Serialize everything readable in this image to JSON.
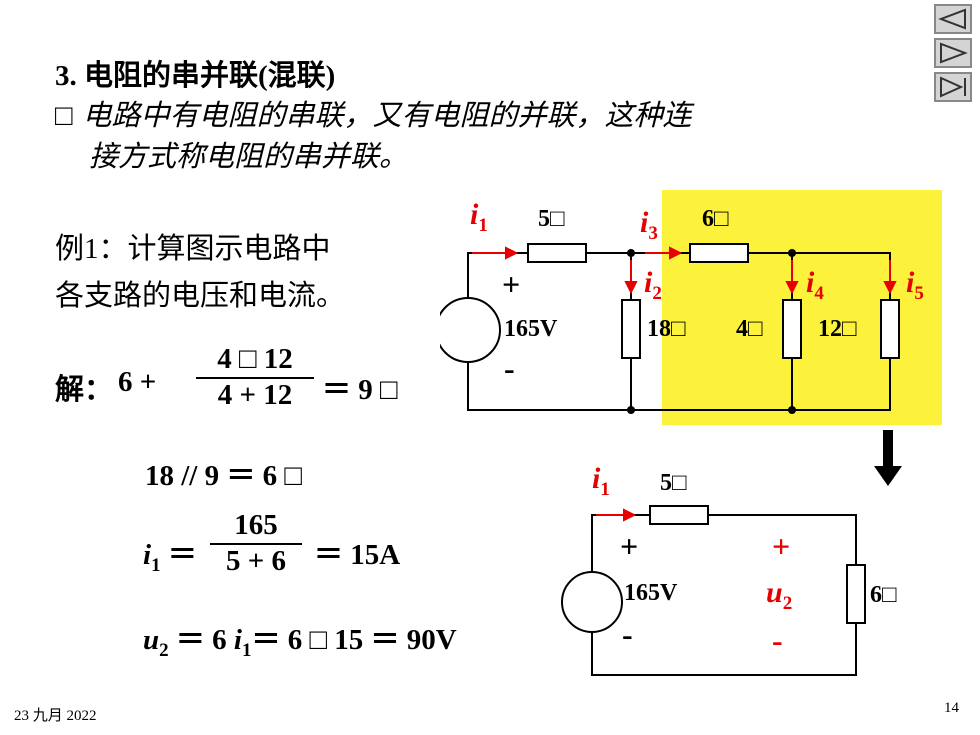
{
  "title": "3. 电阻的串并联(混联)",
  "bullet": {
    "box": "□",
    "line1": "电路中有电阻的串联，又有电阻的并联，这种连",
    "line2": "接方式称电阻的串并联。"
  },
  "example": {
    "line1": "例1：计算图示电路中",
    "line2": "各支路的电压和电流。"
  },
  "solution": {
    "label": "解：",
    "eq1_prefix": "6 +",
    "eq1_num": "4 □ 12",
    "eq1_den": "4 + 12",
    "eq1_result": "＝ 9 □",
    "eq2": "18 // 9 ＝ 6 □",
    "eq3_lhs": "i",
    "eq3_lhs_sub": "1",
    "eq3_eq": "＝",
    "eq3_num": "165",
    "eq3_den": "5 + 6",
    "eq3_result": "＝ 15A",
    "eq4_lhs": "u",
    "eq4_lhs_sub": "2",
    "eq4_mid": "＝ 6 ",
    "eq4_i": "i",
    "eq4_i_sub": "1",
    "eq4_rest": "＝ 6 □ 15 ＝ 90V"
  },
  "circuit1": {
    "source": "165V",
    "plus": "+",
    "minus": "-",
    "r1": "5□",
    "r3": "6□",
    "r2": "18□",
    "r4": "4□",
    "r5": "12□",
    "currents": [
      {
        "sym": "i",
        "sub": "1"
      },
      {
        "sym": "i",
        "sub": "3"
      },
      {
        "sym": "i",
        "sub": "2"
      },
      {
        "sym": "i",
        "sub": "4"
      },
      {
        "sym": "i",
        "sub": "5"
      }
    ],
    "highlight_color": "#fcf23c"
  },
  "circuit2": {
    "source": "165V",
    "plus": "+",
    "minus": "-",
    "r1": "5□",
    "r2": "6□",
    "i1": {
      "sym": "i",
      "sub": "1"
    },
    "u2": {
      "sym": "u",
      "sub": "2"
    },
    "u_plus": "+",
    "u_minus": "-"
  },
  "nav": {
    "prev_icon": "triangle-left",
    "next_icon": "triangle-right",
    "last_icon": "triangle-right-bar"
  },
  "footer": {
    "date": "23 九月 2022",
    "page": "14"
  },
  "colors": {
    "accent_red": "#e60000",
    "highlight_yellow": "#fcf23c",
    "nav_gray": "#d4d4d4"
  }
}
